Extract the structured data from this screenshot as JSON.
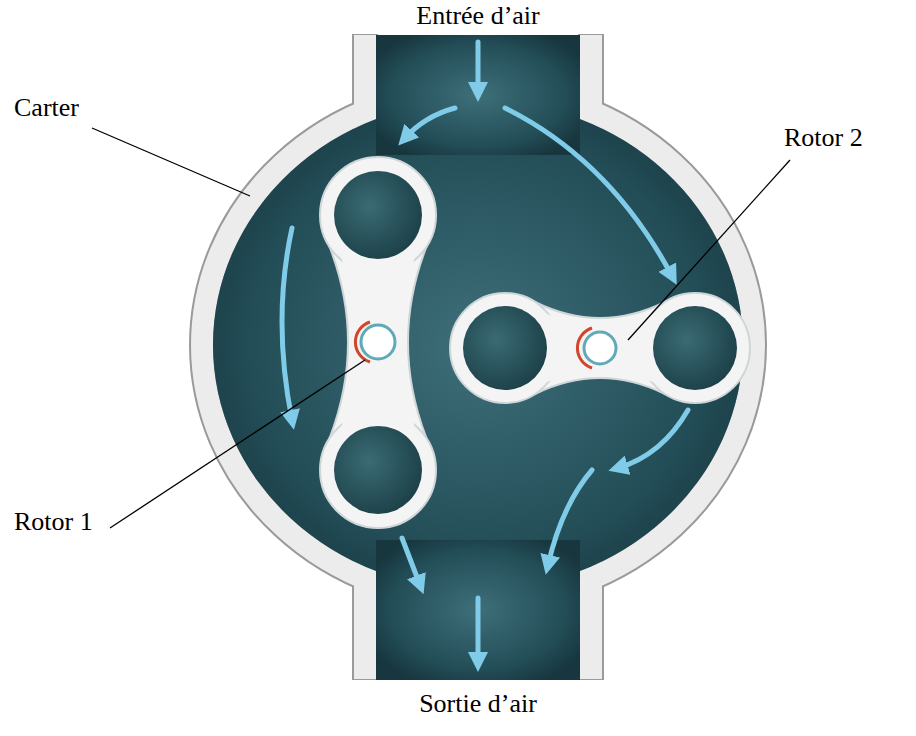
{
  "diagram": {
    "labels": [
      "Entrée d’air",
      "Carter",
      "Rotor 2",
      "Rotor 1",
      "Sortie d’air"
    ]
  }
}
